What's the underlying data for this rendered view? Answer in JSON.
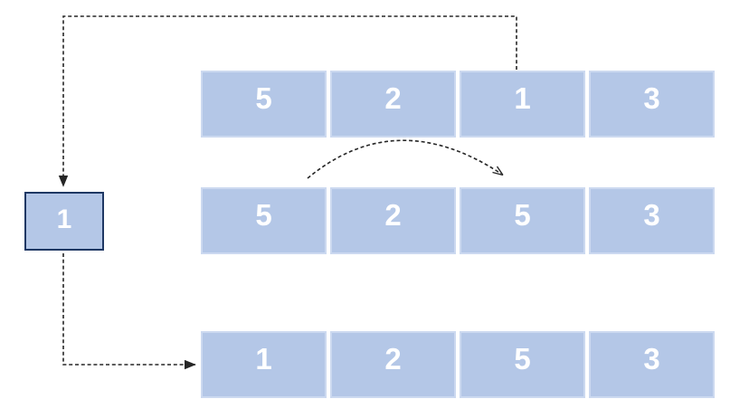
{
  "colors": {
    "background": "#ffffff",
    "cell_fill": "#b4c7e7",
    "cell_border": "#ccd9f0",
    "box_fill": "#b4c7e7",
    "box_border": "#1f3864",
    "cell_text": "#ffffff",
    "arrow": "#262626"
  },
  "rows": [
    {
      "name": "array-step-1",
      "values": [
        "5",
        "2",
        "1",
        "3"
      ]
    },
    {
      "name": "array-step-2",
      "values": [
        "5",
        "2",
        "5",
        "3"
      ]
    },
    {
      "name": "array-step-3",
      "values": [
        "1",
        "2",
        "5",
        "3"
      ]
    }
  ],
  "temp_box": {
    "value": "1"
  },
  "arrows": [
    {
      "name": "arrow-extract-to-temp",
      "style": "dashed",
      "head": "filled-triangle",
      "from": "row1-cell3-top",
      "to": "temp-box-top"
    },
    {
      "name": "arrow-shift-value",
      "style": "dashed",
      "head": "open-v",
      "from": "row2-cell1-area",
      "to": "row2-cell3-top"
    },
    {
      "name": "arrow-insert-from-temp",
      "style": "dashed",
      "head": "filled-triangle",
      "from": "temp-box-bottom",
      "to": "row3-cell1-left"
    }
  ]
}
